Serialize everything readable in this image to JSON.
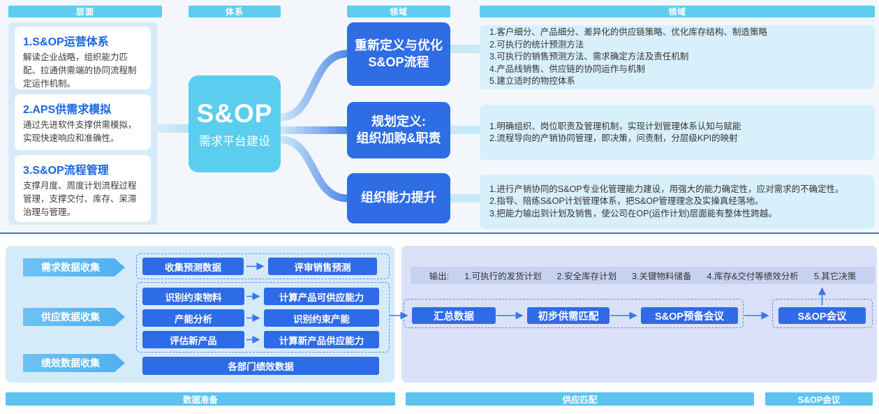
{
  "colors": {
    "cyan_header": "#5ecdf0",
    "left_panel": "#d6ebfa",
    "card_title_blue": "#1a66e0",
    "center_cyan": "#5bcdee",
    "domain_blue": "#2e6de4",
    "detail_panel": "#d8f0fb",
    "bottom_right_panel": "#dbe1f8",
    "output_bar": "#c7d2f1",
    "process_blue": "#2e6be6",
    "lane_arrow": "#58b7f0",
    "phase_bar": "#5dc3f0",
    "divider_line": "#3a6fd8",
    "flow_arrow": "#3a77e8"
  },
  "top": {
    "headers": [
      {
        "label": "层面"
      },
      {
        "label": "体系"
      },
      {
        "label": "领域"
      },
      {
        "label": "领域"
      }
    ],
    "cards": [
      {
        "title": "1.S&OP运营体系",
        "body": "解读企业战略，组织能力匹配、拉通供需端的协同流程制定运作机制。"
      },
      {
        "title": "2.APS供需求模拟",
        "body": "通过先进软件支撑供需模拟，实现快速响应和准确性。"
      },
      {
        "title": "3.S&OP流程管理",
        "body": "支撑月度、周度计划流程过程管理，支撑交付、库存、呆滞治理与管理。"
      }
    ],
    "center": {
      "title": "S&OP",
      "subtitle": "需求平台建设"
    },
    "domains": [
      {
        "line1": "重新定义与优化",
        "line2": "S&OP流程"
      },
      {
        "line1": "规划定义:",
        "line2": "组织加购&职责"
      },
      {
        "line1": "组织能力提升",
        "line2": ""
      }
    ],
    "details": [
      {
        "lines": [
          "1.客户细分、产品细分、差异化的供应链策略、优化库存结构、制造策略",
          "2.可执行的统计预测方法",
          "3.可执行的销售预测方法、需求确定方法及责任机制",
          "4.产品线销售、供应链的协同运作与机制",
          "5.建立适时的物控体系"
        ]
      },
      {
        "lines": [
          "1.明确组织、岗位职责及管理机制，实现计划管理体系认知与赋能",
          "2.流程导向的产销协同管理，即决策，问责制，分层级KPI的映射"
        ]
      },
      {
        "lines": [
          "1.进行产销协同的S&OP专业化管理能力建设，用强大的能力确定性，应对需求的不确定性。",
          "2.指导、陪练S&OP计划管理体系，把S&OP管理理念及实操真经落地。",
          "3.把能力输出到计划及销售，使公司在OP(运作计划)层面能有整体性跨越。"
        ]
      }
    ]
  },
  "bottom": {
    "lanes": [
      {
        "label": "需求数据收集"
      },
      {
        "label": "供应数据收集"
      },
      {
        "label": "绩效数据收集"
      }
    ],
    "steps": {
      "collect_forecast": "收集预测数据",
      "review_forecast": "评审销售预测",
      "identify_materials": "识别约束物料",
      "calc_supply": "计算产品可供应能力",
      "capacity_analysis": "产能分析",
      "identify_capacity": "识别约束产能",
      "evaluate_new": "评估新产品",
      "calc_new_supply": "计算新产品供应能力",
      "dept_perf": "各部门绩效数据",
      "aggregate": "汇总数据",
      "initial_match": "初步供需匹配",
      "prep_meeting": "S&OP预备会议",
      "sop_meeting": "S&OP会议"
    },
    "output": {
      "prefix": "输出:",
      "items": [
        "1.可执行的发货计划",
        "2.安全库存计划",
        "3.关键物料储备",
        "4.库存&交付等绩效分析",
        "5.其它决策"
      ]
    },
    "phases": [
      {
        "label": "数据准备"
      },
      {
        "label": "供应匹配"
      },
      {
        "label": "S&OP会议"
      }
    ]
  }
}
